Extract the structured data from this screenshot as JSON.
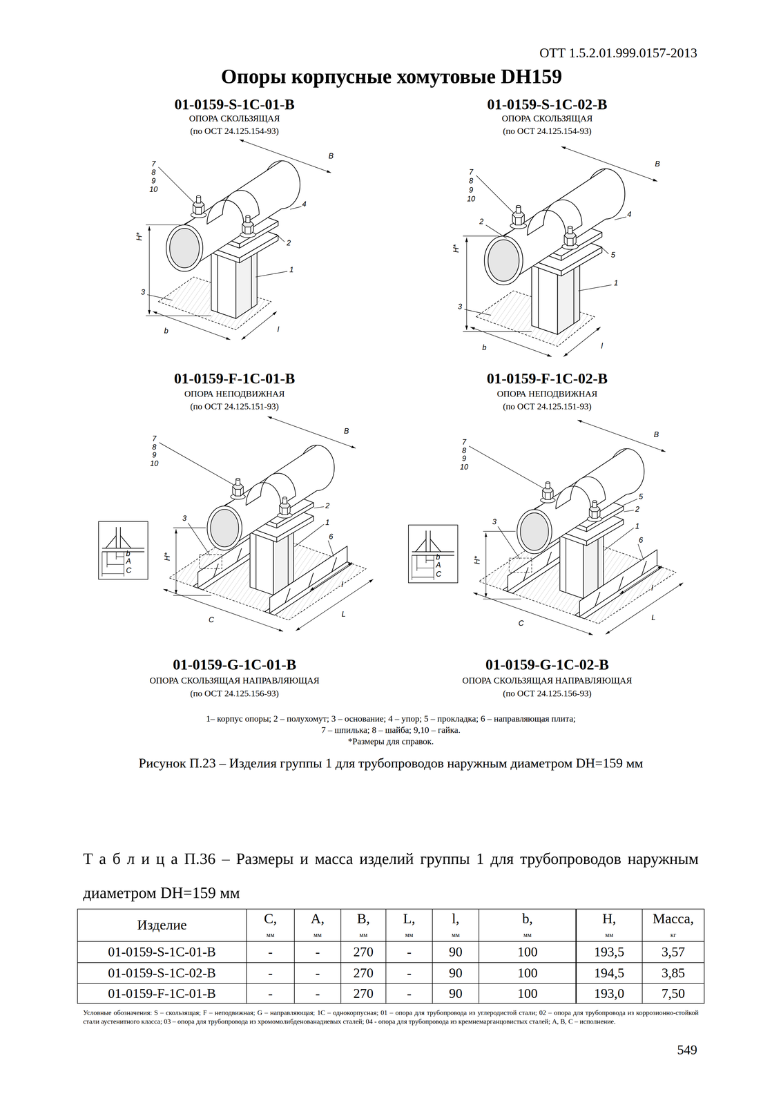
{
  "diagram": {
    "title": "Опоры корпусные хомутовые DH159",
    "caption": "Рисунок П.23 – Изделия группы 1 для трубопроводов наружным диаметром DH=159 мм",
    "labels": [
      "ОТТ 1.5.2.01.999.0157-2013",
      "01-0159-S-1C-01-B",
      "ОПОРА СКОЛЬЗЯЩАЯ",
      "(по ОСТ 24.125.154-93)",
      "01-0159-S-1C-02-B",
      "ОПОРА СКОЛЬЗЯЩАЯ",
      "(по ОСТ 24.125.154-93)",
      "7",
      "8",
      "9",
      "10",
      "B",
      "4",
      "H*",
      "2",
      "1",
      "3",
      "b",
      "l",
      "7",
      "8",
      "9",
      "10",
      "B",
      "2",
      "4",
      "H*",
      "5",
      "1",
      "3",
      "b",
      "l",
      "01-0159-F-1C-01-B",
      "ОПОРА НЕПОДВИЖНАЯ",
      "(по ОСТ 24.125.151-93)",
      "01-0159-F-1C-02-B",
      "ОПОРА НЕПОДВИЖНАЯ",
      "(по ОСТ 24.125.151-93)",
      "7",
      "8",
      "9",
      "10",
      "B",
      "H*",
      "3",
      "2",
      "1",
      "6",
      "b",
      "A",
      "C",
      "C",
      "l",
      "L",
      "7",
      "8",
      "9",
      "10",
      "B",
      "5",
      "H*",
      "1",
      "2",
      "3",
      "6",
      "b",
      "A",
      "C",
      "C",
      "l",
      "L",
      "01-0159-G-1C-01-B",
      "ОПОРА СКОЛЬЗЯЩАЯ НАПРАВЛЯЮЩАЯ",
      "(по ОСТ 24.125.156-93)",
      "01-0159-G-1C-02-B",
      "ОПОРА СКОЛЬЗЯЩАЯ НАПРАВЛЯЮЩАЯ",
      "(по ОСТ 24.125.156-93)",
      "1– корпус опоры; 2 – полухомут; 3 – основание; 4 – упор; 5 – прокладка; 6 – направляющая плита;",
      "7 – шпилька; 8 – шайба; 9,10 – гайка.",
      "*Размеры для справок.",
      "Т а б л и ц а П.36 – Размеры и масса изделий группы 1 для трубопроводов наружным диаметром DH=159 мм",
      "Изделие",
      "C,",
      "мм",
      "A,",
      "мм",
      "B,",
      "мм",
      "L,",
      "мм",
      "l,",
      "мм",
      "b,",
      "мм",
      "H,",
      "мм",
      "Масса,",
      "кг",
      "01-0159-S-1C-01-B",
      "-",
      "-",
      "270",
      "-",
      "90",
      "100",
      "193,5",
      "3,57",
      "01-0159-S-1C-02-B",
      "-",
      "-",
      "270",
      "-",
      "90",
      "100",
      "194,5",
      "3,85",
      "01-0159-F-1C-01-B",
      "-",
      "-",
      "270",
      "-",
      "90",
      "100",
      "193,0",
      "7,50",
      "Условные обозначения: S – скользящая; F – неподвижная; G – направляющая; 1С – однокорпусная; 01 – опора для трубопровода из углеродистой стали; 02 – опора для трубопровода из коррозионно-стойкой стали аустенитного класса; 03 – опора для трубопровода из хромомолибденованадиевых сталей; 04 - опора для трубопровода из кремнемарганцовистых сталей; A, B, C – исполнение.",
      "549"
    ]
  }
}
